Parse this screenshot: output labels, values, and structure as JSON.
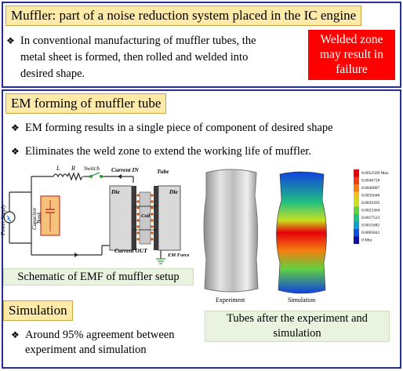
{
  "top": {
    "title": "Muffler: part of a noise reduction system placed in the IC engine",
    "bullet_line1": "In conventional manufacturing of  muffler tubes, the",
    "bullet_line2": "metal sheet is formed, then rolled and welded into",
    "bullet_line3": "desired shape.",
    "warning_line1": "Welded zone",
    "warning_line2": "may result in",
    "warning_line3": "failure"
  },
  "em_section": {
    "title": "EM forming of muffler tube",
    "bullet1": "EM forming results in a single piece of  component of  desired shape",
    "bullet2": "Eliminates the weld zone to extend the working life of  muffler."
  },
  "schematic": {
    "power_supply": "Power Supply",
    "capacitor_bank_line1": "Capacitor",
    "capacitor_bank_line2": "Bank",
    "label_L": "L",
    "label_R": "R",
    "label_switch": "Switch",
    "label_current_in": "Current IN",
    "label_tube": "Tube",
    "label_die_left": "Die",
    "label_die_right": "Die",
    "label_coil": "Coil",
    "label_current_out": "Current OUT",
    "label_em_force": "EM Force",
    "caption": "Schematic of EMF of muffler setup"
  },
  "photos": {
    "experiment_label": "Experiment",
    "simulation_label": "Simulation",
    "legend_values": [
      "0.0052569 Max",
      "0.0046728",
      "0.0040887",
      "0.0035046",
      "0.0029205",
      "0.0023364",
      "0.0017523",
      "0.0011682",
      "0.0005841",
      "0 Min"
    ],
    "legend_colors": [
      "#e8000a",
      "#f04010",
      "#f88010",
      "#f0c020",
      "#c8e020",
      "#60d040",
      "#20c080",
      "#10a0d0",
      "#1050e0",
      "#1010a0"
    ],
    "caption_line1": "Tubes after the experiment and",
    "caption_line2": "simulation"
  },
  "simulation_section": {
    "title": "Simulation",
    "bullet_line1": "Around 95% agreement between",
    "bullet_line2": "experiment and simulation"
  },
  "colors": {
    "frame": "#24308f",
    "title_bg": "#fde9a8",
    "warning_bg": "#ff0000",
    "caption_bg": "#eaf2e0"
  }
}
